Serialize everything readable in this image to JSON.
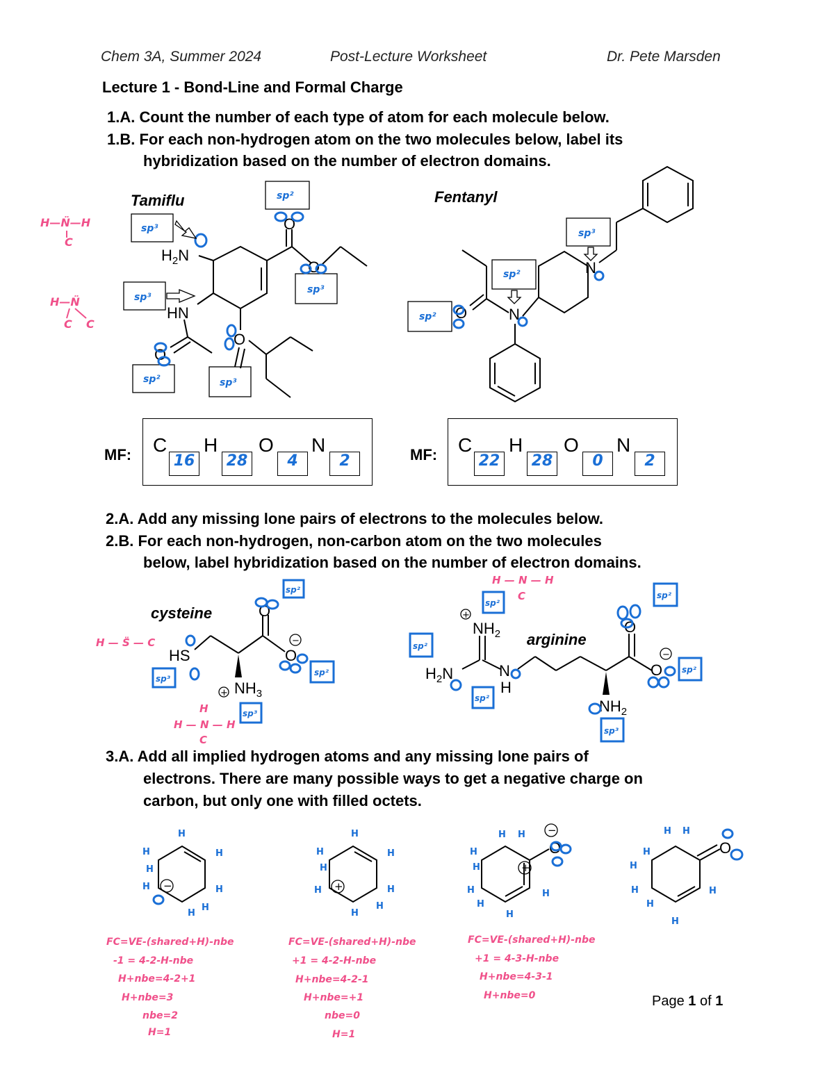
{
  "header": {
    "course": "Chem 3A, Summer 2024",
    "doc_type": "Post-Lecture Worksheet",
    "instructor": "Dr. Pete Marsden"
  },
  "lecture_title": "Lecture 1 - Bond-Line and Formal Charge",
  "q1": {
    "a": "1.A. Count the number of each type of atom for each molecule below.",
    "b_line1": "1.B. For each non-hydrogen atom on the two molecules below, label its",
    "b_line2": "hybridization based on the number of electron domains."
  },
  "molecules": {
    "tamiflu": "Tamiflu",
    "fentanyl": "Fentanyl",
    "cysteine": "cysteine",
    "arginine": "arginine"
  },
  "mf": {
    "label": "MF:",
    "tamiflu": {
      "C": "16",
      "H": "28",
      "O": "4",
      "N": "2"
    },
    "fentanyl": {
      "C": "22",
      "H": "28",
      "O": "0",
      "N": "2"
    }
  },
  "q2": {
    "a_prefix": "2.A. Add any missing ",
    "a_bold": "lone pairs of electrons",
    "a_suffix": " to the molecules below.",
    "b_line1": "2.B. For each non-hydrogen, non-carbon atom on the two molecules",
    "b_line2": "below, label hybridization based on the number of electron domains."
  },
  "q3": {
    "line1_prefix": "3.A. Add all ",
    "line1_bold1": "implied hydrogen atoms",
    "line1_mid": " and any missing ",
    "line1_bold2": "lone pairs of",
    "line2_bold": "electrons",
    "line2_rest": ". There are many possible ways to get a negative charge on",
    "line3": "carbon, but only one with filled octets."
  },
  "handwriting": {
    "hybrid_sp3": "sp3",
    "hybrid_sp2": "sp2",
    "fc_notes_1": [
      "FC=VE-(shared+H)-nbe",
      "-1 = 4-2-H-nbe",
      "H+nbe=4-2+1",
      "H+nbe=3",
      "nbe=2",
      "H=1"
    ],
    "fc_notes_2": [
      "FC=VE-(shared+H)-nbe",
      "+1 = 4-2-H-nbe",
      "H+nbe=4-2-1",
      "H+nbe=+1",
      "nbe=0",
      "H=1"
    ],
    "fc_notes_3": [
      "FC=VE-(shared+H)-nbe",
      "+1 = 4-3-H-nbe",
      "H+nbe=4-3-1",
      "H+nbe=0"
    ]
  },
  "colors": {
    "blue_ink": "#1a6fd6",
    "pink_ink": "#f0508a"
  },
  "footer": {
    "page_word": "Page",
    "page_num": "1",
    "of_word": "of",
    "page_total": "1"
  }
}
